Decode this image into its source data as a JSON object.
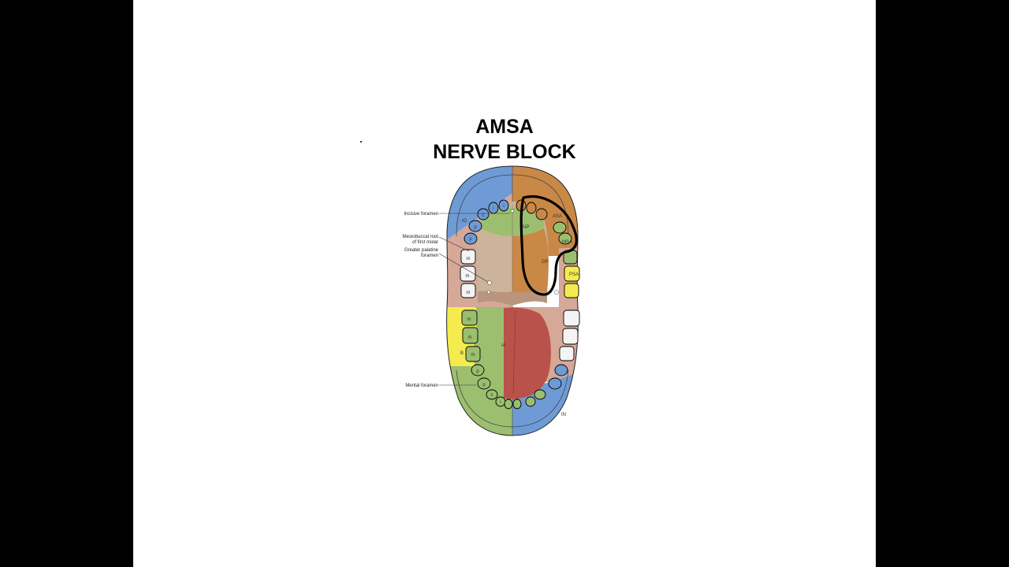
{
  "title": {
    "line1": "AMSA",
    "line2": "NERVE BLOCK"
  },
  "leader_labels": {
    "incisive_foramen": "Incisive foramen",
    "mesiobuccal_line1": "Mesiobuccal root",
    "mesiobuccal_line2": "of first molar",
    "greater_palatine_line1": "Greater palatine",
    "greater_palatine_line2": "foramen",
    "mental_foramen": "Mental foramen"
  },
  "region_labels": {
    "io": "IO",
    "asa": "ASA",
    "msa": "MSA",
    "psa": "PSA",
    "gp": "GP",
    "np": "NP",
    "b": "B",
    "ia": "IA",
    "in": "IN"
  },
  "tooth_letters": {
    "upper_i1": "i",
    "upper_i2": "i",
    "upper_c": "c",
    "upper_p1": "p",
    "upper_p2": "p",
    "upper_m1": "m",
    "upper_m2": "m",
    "upper_m3": "m",
    "lower_m1": "m",
    "lower_m2": "m",
    "lower_m3": "m",
    "lower_p1": "p",
    "lower_p2": "p",
    "lower_c": "c",
    "lower_i": "i"
  },
  "colors": {
    "background": "#000000",
    "slide": "#ffffff",
    "io_blue": "#6e9bd6",
    "asa_orange": "#c98846",
    "green": "#9cbf6f",
    "yellow": "#f4ec4e",
    "pink_mucosa": "#d5a898",
    "palate_tan": "#ccb49c",
    "tongue_red": "#b9524b",
    "tooth_white": "#f4f4f4",
    "outline": "#000000"
  }
}
